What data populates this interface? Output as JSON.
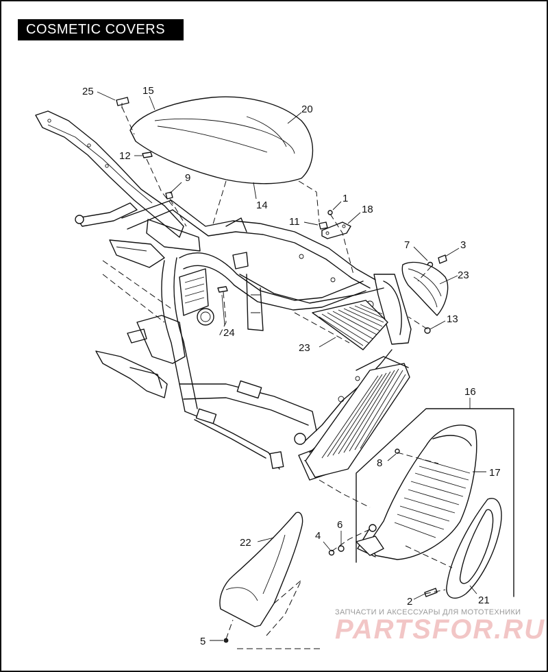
{
  "title": "COSMETIC COVERS",
  "callouts": {
    "c1": "1",
    "c2": "2",
    "c3": "3",
    "c4": "4",
    "c5": "5",
    "c6": "6",
    "c7": "7",
    "c8": "8",
    "c9": "9",
    "c11": "11",
    "c12": "12",
    "c13": "13",
    "c14": "14",
    "c15": "15",
    "c16": "16",
    "c17": "17",
    "c18": "18",
    "c20": "20",
    "c21": "21",
    "c22": "22",
    "c23a": "23",
    "c23b": "23",
    "c24": "24",
    "c25": "25"
  },
  "watermark": {
    "caption": "ЗАПЧАСТИ И АКСЕССУАРЫ ДЛЯ МОТОТЕХНИКИ",
    "logo_text": "PARTSFOR.RU"
  }
}
